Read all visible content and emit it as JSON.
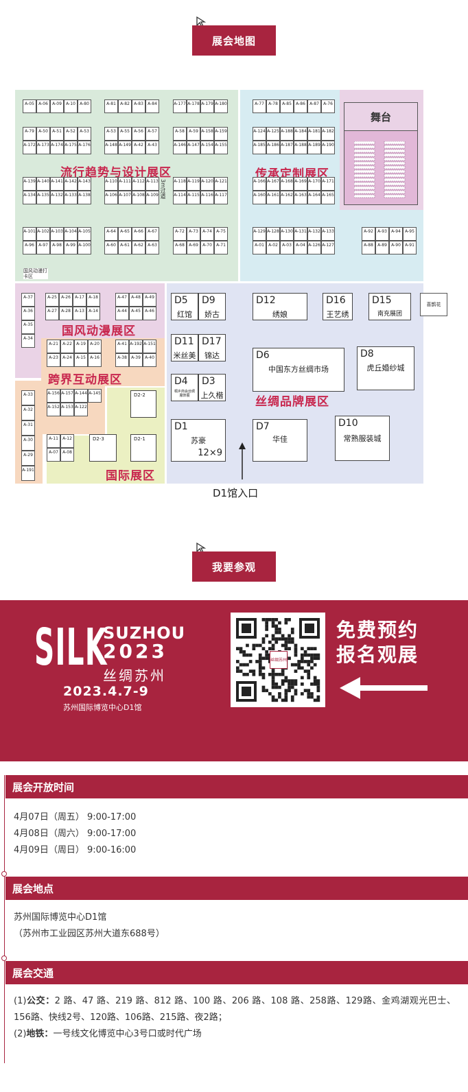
{
  "sections": {
    "map_title": "展会地图",
    "visit_title": "我要参观"
  },
  "map": {
    "zones": {
      "fashion": "流行趋势与设计展区",
      "heritage": "传承定制展区",
      "stage": "舞台",
      "anime": "国风动漫展区",
      "crossover": "跨界互动展区",
      "international": "国际展区",
      "silk_brand": "丝绸品牌展区",
      "checkin": "国风动漫打卡区",
      "entrance": "D1馆入口",
      "vertical_3m": "3m过道",
      "loudspeaker": "喜鹊花"
    },
    "booths": [
      {
        "id": "D5",
        "name": "红馆"
      },
      {
        "id": "D9",
        "name": "娇古"
      },
      {
        "id": "D12",
        "name": "绣娘"
      },
      {
        "id": "D16",
        "name": "王艺绣"
      },
      {
        "id": "D15",
        "name": "南充展团"
      },
      {
        "id": "D11",
        "name": "米丝美"
      },
      {
        "id": "D17",
        "name": "锦达"
      },
      {
        "id": "D6",
        "name": "中国东方丝绸市场"
      },
      {
        "id": "D8",
        "name": "虎丘婚纱城"
      },
      {
        "id": "D4",
        "name": "桐乡商会丝绸服饰展"
      },
      {
        "id": "D3",
        "name": "上久楷"
      },
      {
        "id": "D1",
        "name": "苏豪"
      },
      {
        "id": "D7",
        "name": "华佳"
      },
      {
        "id": "D10",
        "name": "常熟服装城"
      }
    ],
    "d1_size": "12×9",
    "stall_rows": {
      "r1a": [
        "A-05",
        "A-06",
        "A-09",
        "A-10",
        "A-80"
      ],
      "r1b": [
        "A-81",
        "A-82",
        "A-83",
        "A-84"
      ],
      "r1c": [
        "A-177",
        "A-178",
        "A-179",
        "A-180"
      ],
      "r1d": [
        "A-77",
        "A-78",
        "A-85",
        "A-86",
        "A-87",
        "A-76"
      ],
      "r2a": [
        "A-79",
        "A-50",
        "A-51",
        "A-52",
        "A-53"
      ],
      "r2a2": [
        "A-172",
        "A-173",
        "A-174",
        "A-175",
        "A-176"
      ],
      "r2b": [
        "A-53",
        "A-55",
        "A-56",
        "A-57"
      ],
      "r2b2": [
        "A-148",
        "A-149",
        "A-42",
        "A-43"
      ],
      "r2c": [
        "A-58",
        "A-59",
        "A-158",
        "A-159"
      ],
      "r2c2": [
        "A-146",
        "A-147",
        "A-154",
        "A-155"
      ],
      "r2d": [
        "A-124",
        "A-125",
        "A-188",
        "A-184",
        "A-181",
        "A-182"
      ],
      "r2d2": [
        "A-185",
        "A-186",
        "A-187",
        "A-188",
        "A-189",
        "A-190"
      ],
      "r3a": [
        "A-139",
        "A-140",
        "A-141",
        "A-142",
        "A-143"
      ],
      "r3a2": [
        "A-134",
        "A-135",
        "A-132",
        "A-133",
        "A-138"
      ],
      "r3b": [
        "A-110",
        "A-111",
        "A-112",
        "A-113"
      ],
      "r3b2": [
        "A-106",
        "A-107",
        "A-108",
        "A-109"
      ],
      "r3c": [
        "A-118",
        "A-119",
        "A-120",
        "A-121"
      ],
      "r3c2": [
        "A-114",
        "A-115",
        "A-116",
        "A-117"
      ],
      "r3d": [
        "A-166",
        "A-167",
        "A-168",
        "A-169",
        "A-170",
        "A-171"
      ],
      "r3d2": [
        "A-160",
        "A-161",
        "A-162",
        "A-163",
        "A-164",
        "A-165"
      ],
      "r4a": [
        "A-101",
        "A-102",
        "A-103",
        "A-104",
        "A-105"
      ],
      "r4a2": [
        "A-96",
        "A-97",
        "A-98",
        "A-99",
        "A-100"
      ],
      "r4b": [
        "A-64",
        "A-65",
        "A-66",
        "A-67"
      ],
      "r4b2": [
        "A-60",
        "A-61",
        "A-62",
        "A-63"
      ],
      "r4c": [
        "A-72",
        "A-73",
        "A-74",
        "A-75"
      ],
      "r4c2": [
        "A-68",
        "A-69",
        "A-70",
        "A-71"
      ],
      "r4d": [
        "A-129",
        "A-128",
        "A-130",
        "A-131",
        "A-132",
        "A-133"
      ],
      "r4d2": [
        "A-01",
        "A-02",
        "A-03",
        "A-04",
        "A-126",
        "A-127"
      ],
      "r4e": [
        "A-92",
        "A-93",
        "A-94",
        "A-95"
      ],
      "r4e2": [
        "A-88",
        "A-89",
        "A-90",
        "A-91"
      ],
      "anime_col": [
        "A-37",
        "A-36",
        "A-35",
        "A-34"
      ],
      "anime_a": [
        "A-25",
        "A-26",
        "A-17",
        "A-18"
      ],
      "anime_a2": [
        "A-27",
        "A-28",
        "A-13",
        "A-14"
      ],
      "anime_b": [
        "A-47",
        "A-48",
        "A-49"
      ],
      "anime_b2": [
        "A-44",
        "A-45",
        "A-46"
      ],
      "cross_a": [
        "A-21",
        "A-22",
        "A-19",
        "A-20"
      ],
      "cross_a2": [
        "A-23",
        "A-24",
        "A-15",
        "A-16"
      ],
      "cross_b": [
        "A-41",
        "A-192",
        "A-151"
      ],
      "cross_b2": [
        "A-38",
        "A-39",
        "A-40"
      ],
      "cross_c": [
        "A-156",
        "A-157",
        "A-144",
        "A-145"
      ],
      "cross_c2": [
        "A-152",
        "A-153",
        "A-122"
      ],
      "left_col": [
        "A-33",
        "A-32",
        "A-31",
        "A-30",
        "A-29",
        "A-191"
      ],
      "intl_a": [
        "A-11",
        "A-12"
      ],
      "intl_a2": [
        "A-07",
        "A-08"
      ],
      "intl_boxes": [
        "D2-2",
        "D2-3",
        "D2-1"
      ]
    }
  },
  "banner": {
    "logo_big": "SILK",
    "logo_city": "SUZHOU",
    "logo_year": "2023",
    "logo_cn": "丝绸苏州",
    "date": "2023.4.7-9",
    "venue": "苏州国际博览中心D1馆",
    "cta_line1": "免费预约",
    "cta_line2": "报名观展",
    "qr_label": "丝绸苏州"
  },
  "info": {
    "hours_title": "展会开放时间",
    "hours": [
      "4月07日（周五） 9:00-17:00",
      "4月08日（周六） 9:00-17:00",
      "4月09日（周日） 9:00-16:00"
    ],
    "place_title": "展会地点",
    "place_lines": [
      "苏州国际博览中心D1馆",
      "（苏州市工业园区苏州大道东688号）"
    ],
    "traffic_title": "展会交通",
    "bus_prefix": "(1)",
    "bus_label": "公交：",
    "bus_text": "2 路、47 路、219 路、812 路、100 路、206 路、108 路、258路、129路、金鸡湖观光巴士、156路、快线2号、120路、106路、215路、夜2路；",
    "metro_prefix": "(2)",
    "metro_label": "地铁：",
    "metro_text": "一号线文化博览中心3号口或时代广场"
  },
  "colors": {
    "brand": "#a8243f",
    "zone_green": "#d9eadb",
    "zone_blue": "#d7ecf2",
    "zone_pink": "#ead3e6",
    "zone_orange": "#f7d8bf",
    "zone_yellow": "#ebf0c2",
    "zone_lavender": "#e0e4f3"
  }
}
